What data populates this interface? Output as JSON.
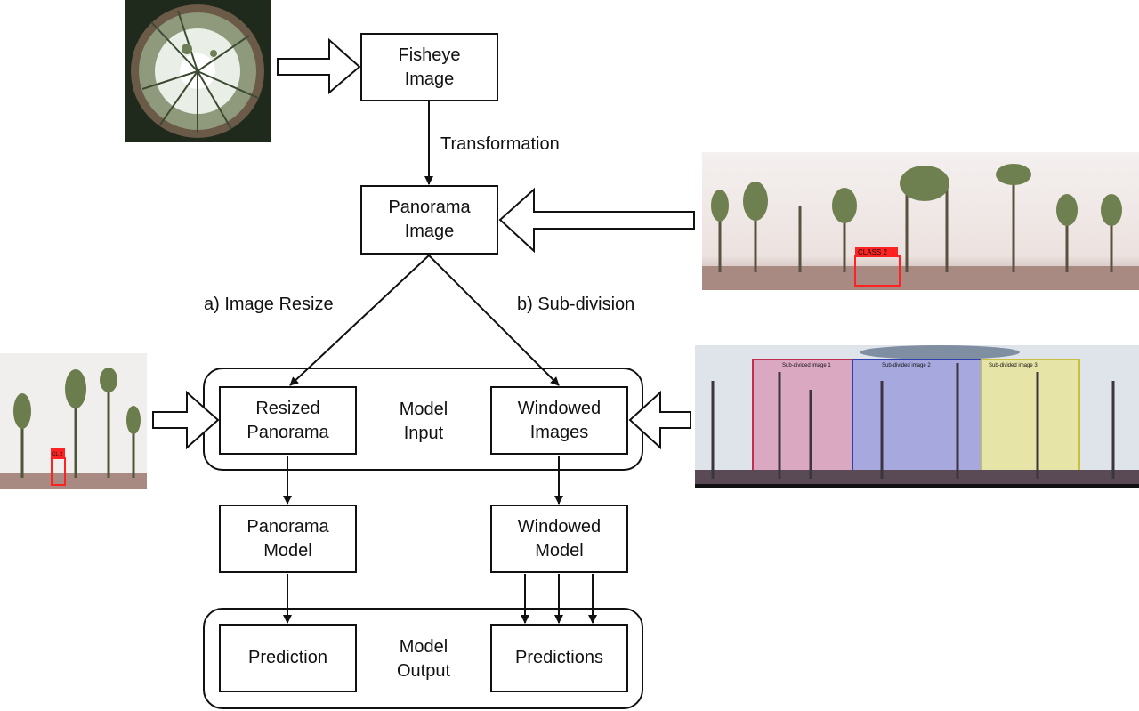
{
  "nodes": {
    "fisheye": [
      "Fisheye",
      "Image"
    ],
    "panorama": [
      "Panorama",
      "Image"
    ],
    "resized": [
      "Resized",
      "Panorama"
    ],
    "windowed_images": [
      "Windowed",
      "Images"
    ],
    "panorama_model": [
      "Panorama",
      "Model"
    ],
    "windowed_model": [
      "Windowed",
      "Model"
    ],
    "prediction": "Prediction",
    "predictions": "Predictions"
  },
  "groups": {
    "model_input": [
      "Model",
      "Input"
    ],
    "model_output": [
      "Model",
      "Output"
    ]
  },
  "edges": {
    "transformation": "Transformation",
    "image_resize": "a) Image Resize",
    "sub_division": "b) Sub-division"
  },
  "images": {
    "panorama_detection_label": "CLASS 2",
    "resized_detection_label": "CL 2",
    "subwindow_labels": [
      "Sub-divided image 1",
      "Sub-divided image 2",
      "Sub-divided image 3"
    ]
  }
}
